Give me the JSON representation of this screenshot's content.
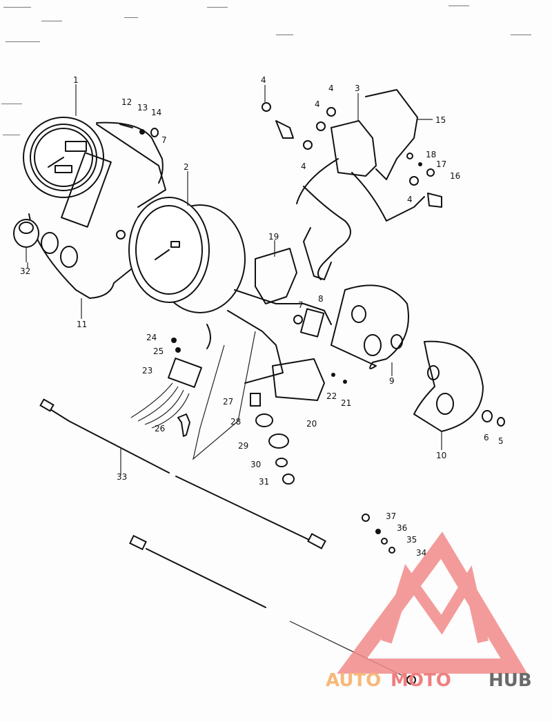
{
  "diagram": {
    "part_labels": [
      {
        "id": "p1",
        "text": "1"
      },
      {
        "id": "p2",
        "text": "2"
      },
      {
        "id": "p3",
        "text": "3"
      },
      {
        "id": "p4a",
        "text": "4"
      },
      {
        "id": "p4b",
        "text": "4"
      },
      {
        "id": "p4c",
        "text": "4"
      },
      {
        "id": "p4d",
        "text": "4"
      },
      {
        "id": "p4e",
        "text": "4"
      },
      {
        "id": "p5",
        "text": "5"
      },
      {
        "id": "p6",
        "text": "6"
      },
      {
        "id": "p7a",
        "text": "7"
      },
      {
        "id": "p7b",
        "text": "7"
      },
      {
        "id": "p8",
        "text": "8"
      },
      {
        "id": "p9",
        "text": "9"
      },
      {
        "id": "p10",
        "text": "10"
      },
      {
        "id": "p11",
        "text": "11"
      },
      {
        "id": "p12",
        "text": "12"
      },
      {
        "id": "p13",
        "text": "13"
      },
      {
        "id": "p14",
        "text": "14"
      },
      {
        "id": "p15",
        "text": "15"
      },
      {
        "id": "p16",
        "text": "16"
      },
      {
        "id": "p17",
        "text": "17"
      },
      {
        "id": "p18",
        "text": "18"
      },
      {
        "id": "p19",
        "text": "19"
      },
      {
        "id": "p20",
        "text": "20"
      },
      {
        "id": "p21",
        "text": "21"
      },
      {
        "id": "p22",
        "text": "22"
      },
      {
        "id": "p23",
        "text": "23"
      },
      {
        "id": "p24",
        "text": "24"
      },
      {
        "id": "p25",
        "text": "25"
      },
      {
        "id": "p26",
        "text": "26"
      },
      {
        "id": "p27",
        "text": "27"
      },
      {
        "id": "p28",
        "text": "28"
      },
      {
        "id": "p29",
        "text": "29"
      },
      {
        "id": "p30",
        "text": "30"
      },
      {
        "id": "p31",
        "text": "31"
      },
      {
        "id": "p32",
        "text": "32"
      },
      {
        "id": "p33",
        "text": "33"
      },
      {
        "id": "p34",
        "text": "34"
      },
      {
        "id": "p35",
        "text": "35"
      },
      {
        "id": "p36",
        "text": "36"
      },
      {
        "id": "p37",
        "text": "37"
      }
    ]
  },
  "watermark": {
    "part1": "AUTO",
    "part2": "MOTO",
    "part3": "HUB",
    "colors": {
      "auto": "#f6b87a",
      "moto": "#ef7f7f",
      "hub": "#6a6a6a",
      "logo": "#f28b8b"
    }
  },
  "icons": {
    "logo": "triangle-m-logo-icon"
  }
}
